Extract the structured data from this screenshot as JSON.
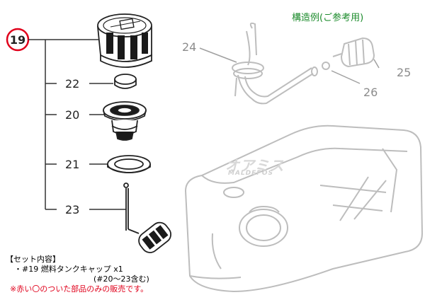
{
  "title": "構造例(ご参考用)",
  "watermark": {
    "logo": "オアミス",
    "text": "MALDEPOS"
  },
  "callouts": {
    "main": "19",
    "p22": "22",
    "p20": "20",
    "p21": "21",
    "p23": "23",
    "p24": "24",
    "p25": "25",
    "p26": "26"
  },
  "set_info": {
    "heading": "【セット内容】",
    "item": "・#19 燃料タンクキャップ  x1",
    "includes": "(#20～23含む)",
    "notice": "※赤い〇のついた部品のみの販売です。"
  },
  "colors": {
    "highlight": "#e0001b",
    "title": "#1a8a2a",
    "ghost": "#bdbdbd"
  }
}
